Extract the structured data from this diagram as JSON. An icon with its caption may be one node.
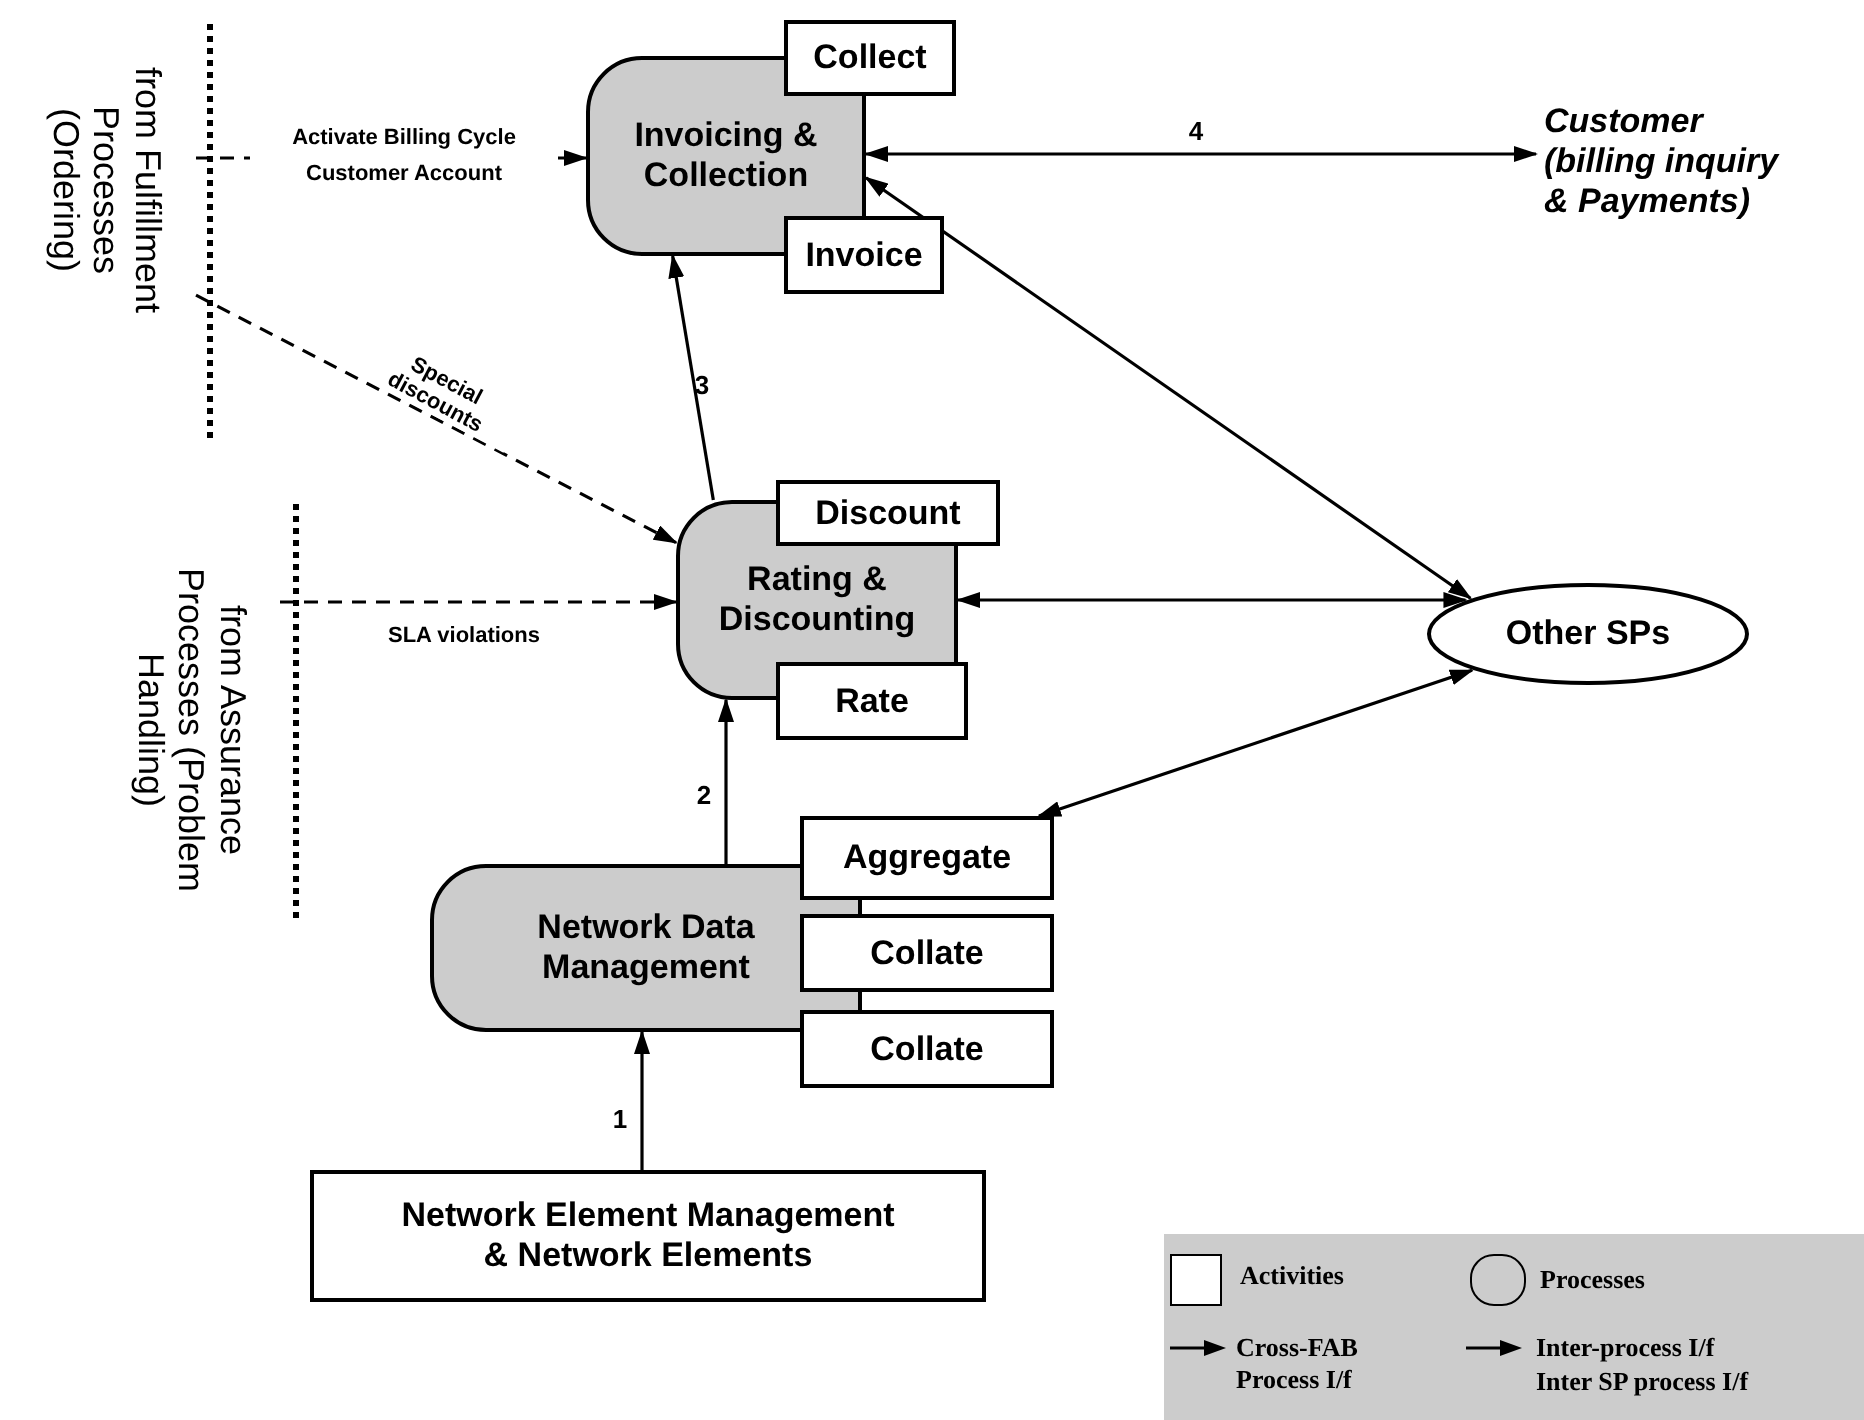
{
  "diagram": {
    "nodes": [
      {
        "text": [
          "from Fulfillment Processes (Ordering)"
        ]
      },
      {
        "text": [
          "from Assurance Processes (Problem Handling)"
        ]
      },
      {
        "text": [
          "Invoicing & Collection"
        ]
      },
      {
        "text": [
          "Collect"
        ]
      },
      {
        "text": [
          "Invoice"
        ]
      },
      {
        "text": [
          "Customer (billing inquiry & Payments)"
        ]
      },
      {
        "text": [
          "Rating & Discounting"
        ]
      },
      {
        "text": [
          "Discount"
        ]
      },
      {
        "text": [
          "Rate"
        ]
      },
      {
        "text": [
          "Other SPs"
        ]
      },
      {
        "text": [
          "Network Data Management"
        ]
      },
      {
        "text": [
          "Aggregate"
        ]
      },
      {
        "text": [
          "Collate"
        ]
      },
      {
        "text": [
          "Collate"
        ]
      },
      {
        "text": [
          "Network Element Management & Network Elements"
        ]
      }
    ],
    "edges": [
      {
        "from": 0,
        "to": 2,
        "arrow": "to",
        "style": "dashed",
        "label": "Activate Billing Cycle Customer Account"
      },
      {
        "from": 0,
        "to": 6,
        "arrow": "to",
        "style": "dashed",
        "label": "Special discounts"
      },
      {
        "from": 1,
        "to": 6,
        "arrow": "to",
        "style": "dashed",
        "label": "SLA violations"
      },
      {
        "from": 6,
        "to": 2,
        "arrow": "to",
        "label": "3"
      },
      {
        "from": 10,
        "to": 6,
        "arrow": "to",
        "label": "2"
      },
      {
        "from": 14,
        "to": 10,
        "arrow": "to",
        "label": "1"
      },
      {
        "from": 2,
        "to": 5,
        "arrow": "both",
        "label": "4"
      },
      {
        "from": 2,
        "to": 9,
        "arrow": "both"
      },
      {
        "from": 6,
        "to": 9,
        "arrow": "both"
      },
      {
        "from": 11,
        "to": 9,
        "arrow": "both"
      }
    ],
    "legend": [
      {
        "text": "Activities"
      },
      {
        "text": "Processes"
      },
      {
        "text": "Cross-FAB Process I/f"
      },
      {
        "text": "Inter-process I/f"
      },
      {
        "text": "Inter SP process I/f"
      }
    ]
  }
}
